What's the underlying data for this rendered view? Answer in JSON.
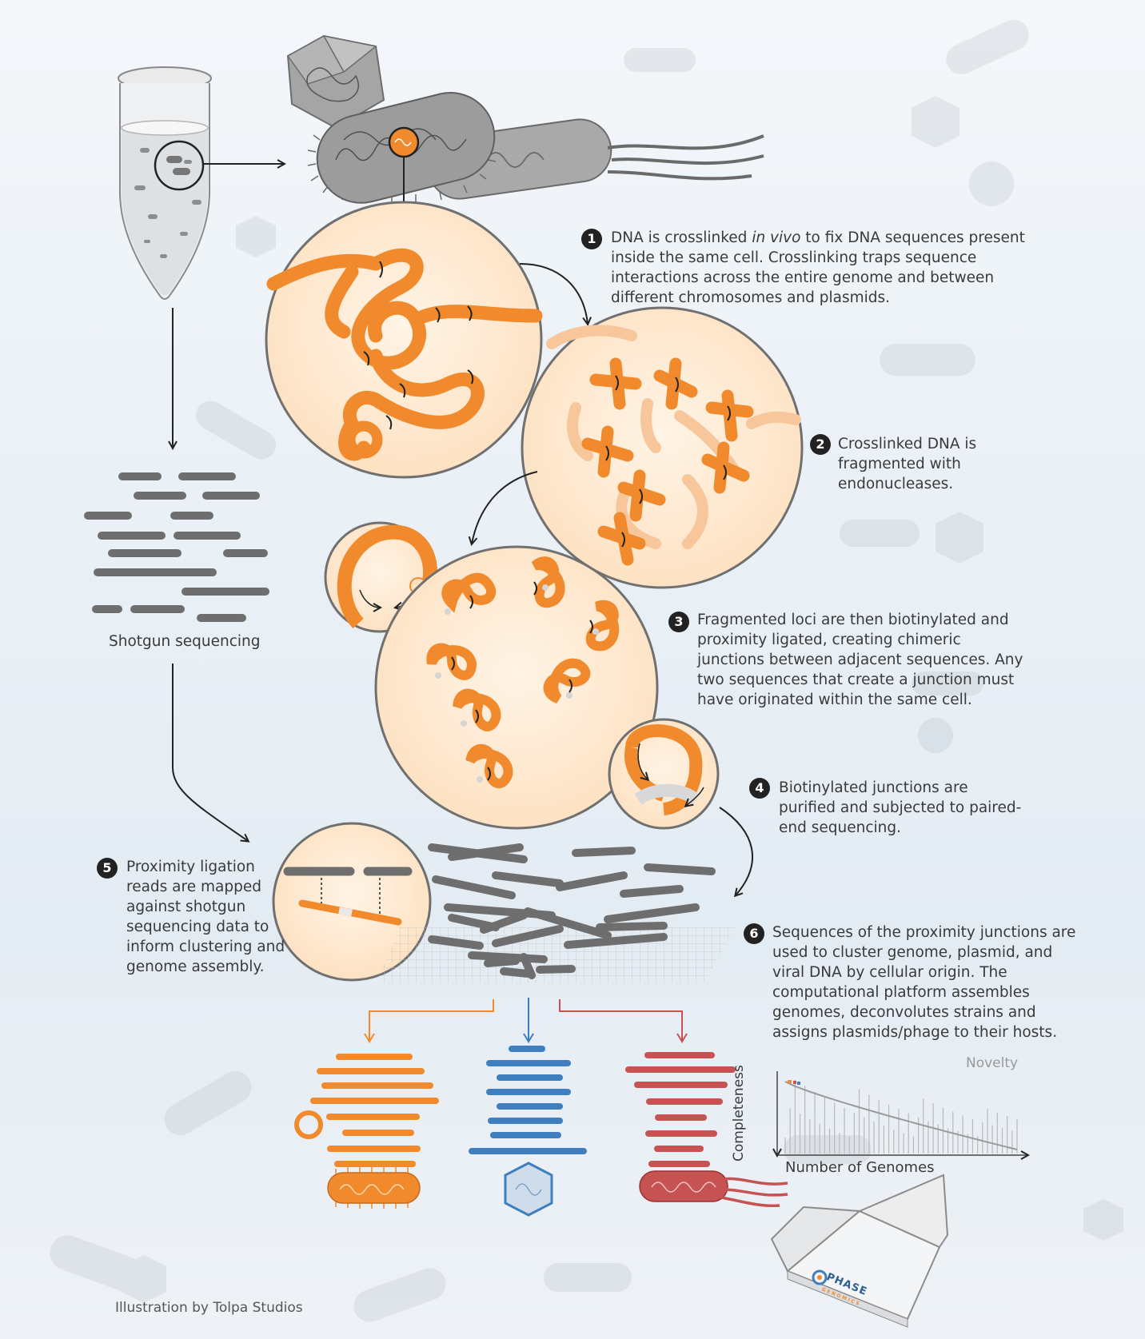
{
  "steps": [
    {
      "num": "1",
      "pre": "DNA is crosslinked ",
      "em": "in vivo",
      "post": " to fix DNA sequences present inside the same cell. Crosslinking traps sequence interactions across the entire genome and between different chromosomes and plasmids."
    },
    {
      "num": "2",
      "text": "Crosslinked DNA is fragmented with endonucleases."
    },
    {
      "num": "3",
      "text": "Fragmented loci are then biotinylated and proximity ligated, creating chimeric junctions between adjacent sequences. Any two sequences that create a junction must have originated within the same cell."
    },
    {
      "num": "4",
      "text": "Biotinylated junctions are purified and subjected to paired-end sequencing."
    },
    {
      "num": "5",
      "text": "Proximity ligation reads are mapped against shotgun sequencing data to inform clustering and genome assembly."
    },
    {
      "num": "6",
      "text": "Sequences of the proximity junctions are used to cluster genome, plasmid, and viral DNA by cellular origin. The computational platform assembles genomes, deconvolutes strains and assigns plasmids/phage to their hosts."
    }
  ],
  "shotgun_label": "Shotgun sequencing",
  "mini_chart": {
    "ylabel": "Completeness",
    "xlabel": "Number of Genomes",
    "series_label": "Novelty"
  },
  "box_label": "PHASE",
  "box_sublabel": "GENOMICS",
  "credit": "Illustration by Tolpa Studios",
  "colors": {
    "orange": "#f08a2c",
    "blue": "#3f7fbf",
    "red": "#c65252",
    "gray": "#6e6e6e"
  }
}
